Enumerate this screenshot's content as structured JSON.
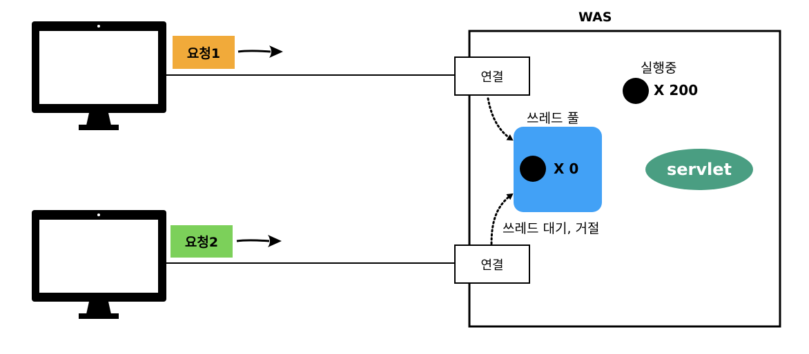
{
  "was": {
    "title": "WAS"
  },
  "requests": [
    {
      "label": "요청1",
      "color": "#f1aa3a"
    },
    {
      "label": "요청2",
      "color": "#7cd05a"
    }
  ],
  "connections": [
    {
      "label": "연결"
    },
    {
      "label": "연결"
    }
  ],
  "running": {
    "label": "실행중",
    "count": "X 200"
  },
  "thread_pool": {
    "label": "쓰레드 풀",
    "count": "X 0",
    "color": "#42a1f6"
  },
  "waiting": {
    "label": "쓰레드 대기, 거절"
  },
  "servlet": {
    "label": "servlet",
    "color": "#4a9e82"
  }
}
